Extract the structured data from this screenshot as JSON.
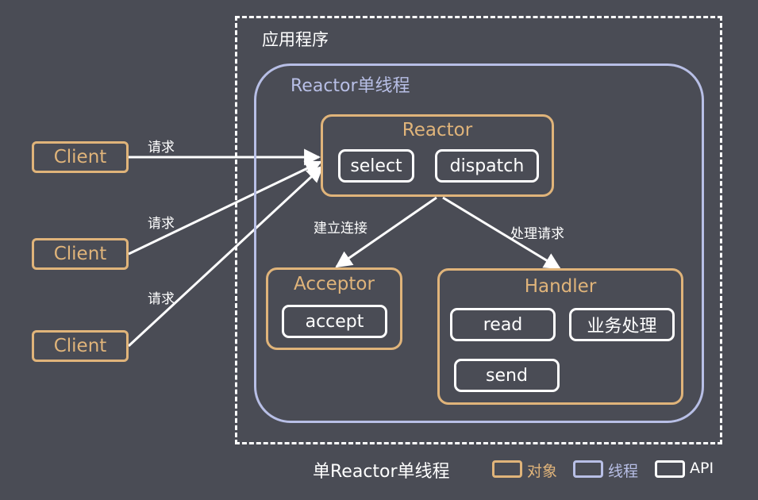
{
  "app": {
    "label": "应用程序"
  },
  "thread": {
    "label": "Reactor单线程"
  },
  "reactor": {
    "title": "Reactor",
    "select": "select",
    "dispatch": "dispatch"
  },
  "acceptor": {
    "title": "Acceptor",
    "accept": "accept"
  },
  "handler": {
    "title": "Handler",
    "read": "read",
    "business": "业务处理",
    "send": "send"
  },
  "clients": [
    "Client",
    "Client",
    "Client"
  ],
  "edges": {
    "request_1": "请求",
    "request_2": "请求",
    "request_3": "请求",
    "connect": "建立连接",
    "handle": "处理请求"
  },
  "caption": "单Reactor单线程",
  "legend": {
    "object": "对象",
    "thread": "线程",
    "api": "API"
  },
  "colors": {
    "background": "#4a4c55",
    "object": "#e0b47a",
    "thread": "#b8bfe6",
    "api": "#ffffff"
  }
}
